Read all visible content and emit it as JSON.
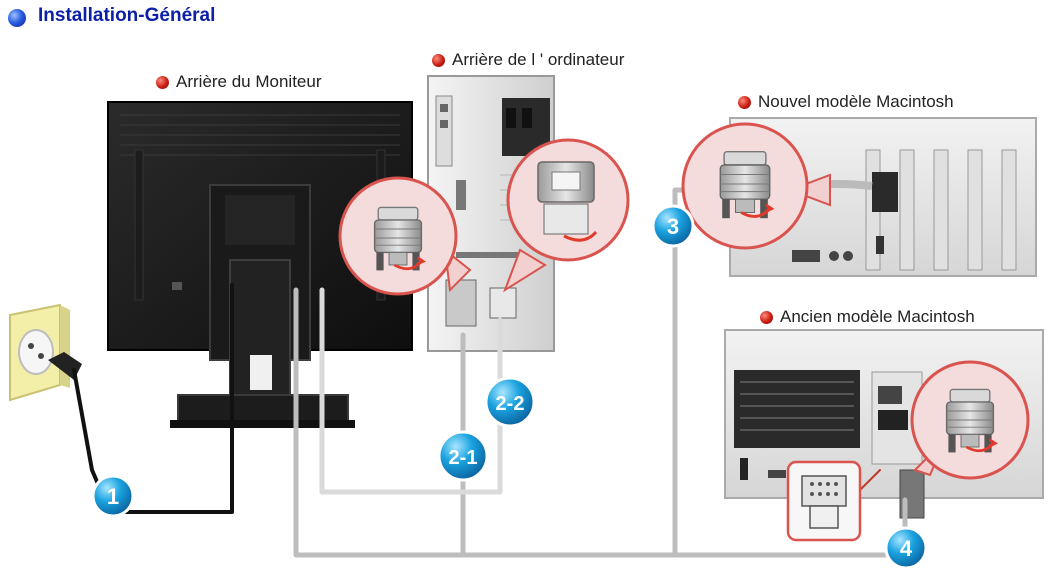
{
  "title": "Installation-Général",
  "callouts": {
    "monitor_back": "Arrière du Moniteur",
    "computer_back": "Arrière de l ' ordinateur",
    "new_mac": "Nouvel modèle Macintosh",
    "old_mac": "Ancien modèle Macintosh"
  },
  "badges": {
    "power": "1",
    "d_sub": "2-1",
    "dvi": "2-2",
    "new_mac": "3",
    "old_mac": "4"
  },
  "colors": {
    "title": "#0b1fa8",
    "badge": "#1aa3e0",
    "callout_dot": "#c81d12",
    "cable": "#bdbdbd",
    "zoom_border": "#d9534f"
  }
}
